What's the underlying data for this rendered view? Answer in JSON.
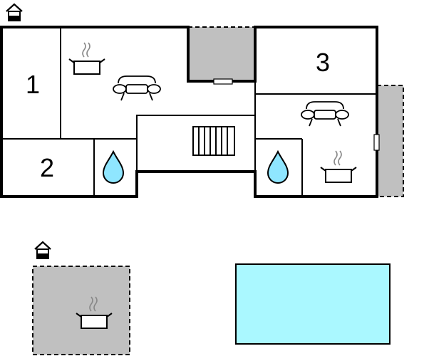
{
  "rooms": {
    "bedroom_1": {
      "number": "1"
    },
    "bedroom_2": {
      "number": "2"
    },
    "bedroom_3": {
      "number": "3"
    }
  },
  "icons": {
    "house": "house-icon",
    "kitchen": "cooking-pot-icon",
    "living": "sofa-icon",
    "bathroom": "water-drop-icon",
    "stairs": "stairs-icon",
    "window": "window-icon"
  },
  "colors": {
    "wall": "#000000",
    "outdoor_area": "#c0c0c0",
    "pool": "#aaf8ff",
    "water_drop": "#8fe6ff"
  }
}
